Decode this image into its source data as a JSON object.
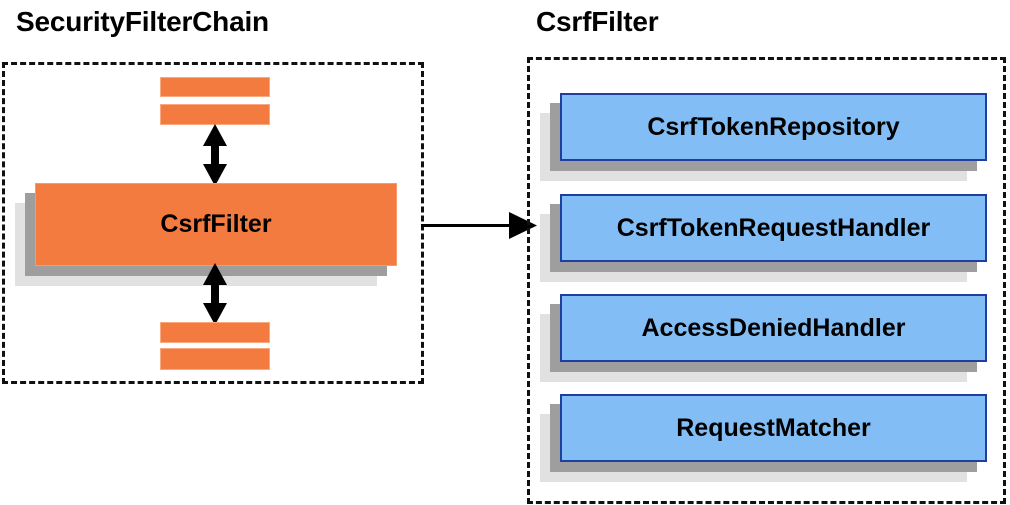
{
  "diagram": {
    "background_color": "#ffffff",
    "panels": [
      {
        "id": "security-filter-chain",
        "title": "SecurityFilterChain",
        "border_style": "dashed",
        "border_color": "#111111"
      },
      {
        "id": "csrf-filter",
        "title": "CsrfFilter",
        "border_style": "dashed",
        "border_color": "#111111"
      }
    ],
    "left_panel": {
      "title": "SecurityFilterChain",
      "main_node": {
        "label": "CsrfFilter",
        "fill_color": "#f47b3f",
        "border_color": "#f79a6d",
        "shadow_near_color": "#9e9e9e",
        "shadow_far_color": "#e1e1e1"
      },
      "filter_bars_above": [
        {
          "name": "filter-bar",
          "fill_color": "#f47b3f"
        },
        {
          "name": "filter-bar",
          "fill_color": "#f47b3f"
        }
      ],
      "filter_bars_below": [
        {
          "name": "filter-bar",
          "fill_color": "#f47b3f"
        },
        {
          "name": "filter-bar",
          "fill_color": "#f47b3f"
        }
      ],
      "connectors": [
        {
          "name": "double-arrow-up",
          "direction": "vertical-bidirectional",
          "color": "#000000"
        },
        {
          "name": "double-arrow-down",
          "direction": "vertical-bidirectional",
          "color": "#000000"
        }
      ]
    },
    "link_arrow": {
      "name": "panel-link-arrow",
      "direction": "left-to-right",
      "color": "#000000"
    },
    "right_panel": {
      "title": "CsrfFilter",
      "collaborators": [
        {
          "label": "CsrfTokenRepository",
          "fill_color": "#82bef5",
          "border_color": "#1f3fa0"
        },
        {
          "label": "CsrfTokenRequestHandler",
          "fill_color": "#82bef5",
          "border_color": "#1f3fa0"
        },
        {
          "label": "AccessDeniedHandler",
          "fill_color": "#82bef5",
          "border_color": "#1f3fa0"
        },
        {
          "label": "RequestMatcher",
          "fill_color": "#82bef5",
          "border_color": "#1f3fa0"
        }
      ]
    }
  }
}
